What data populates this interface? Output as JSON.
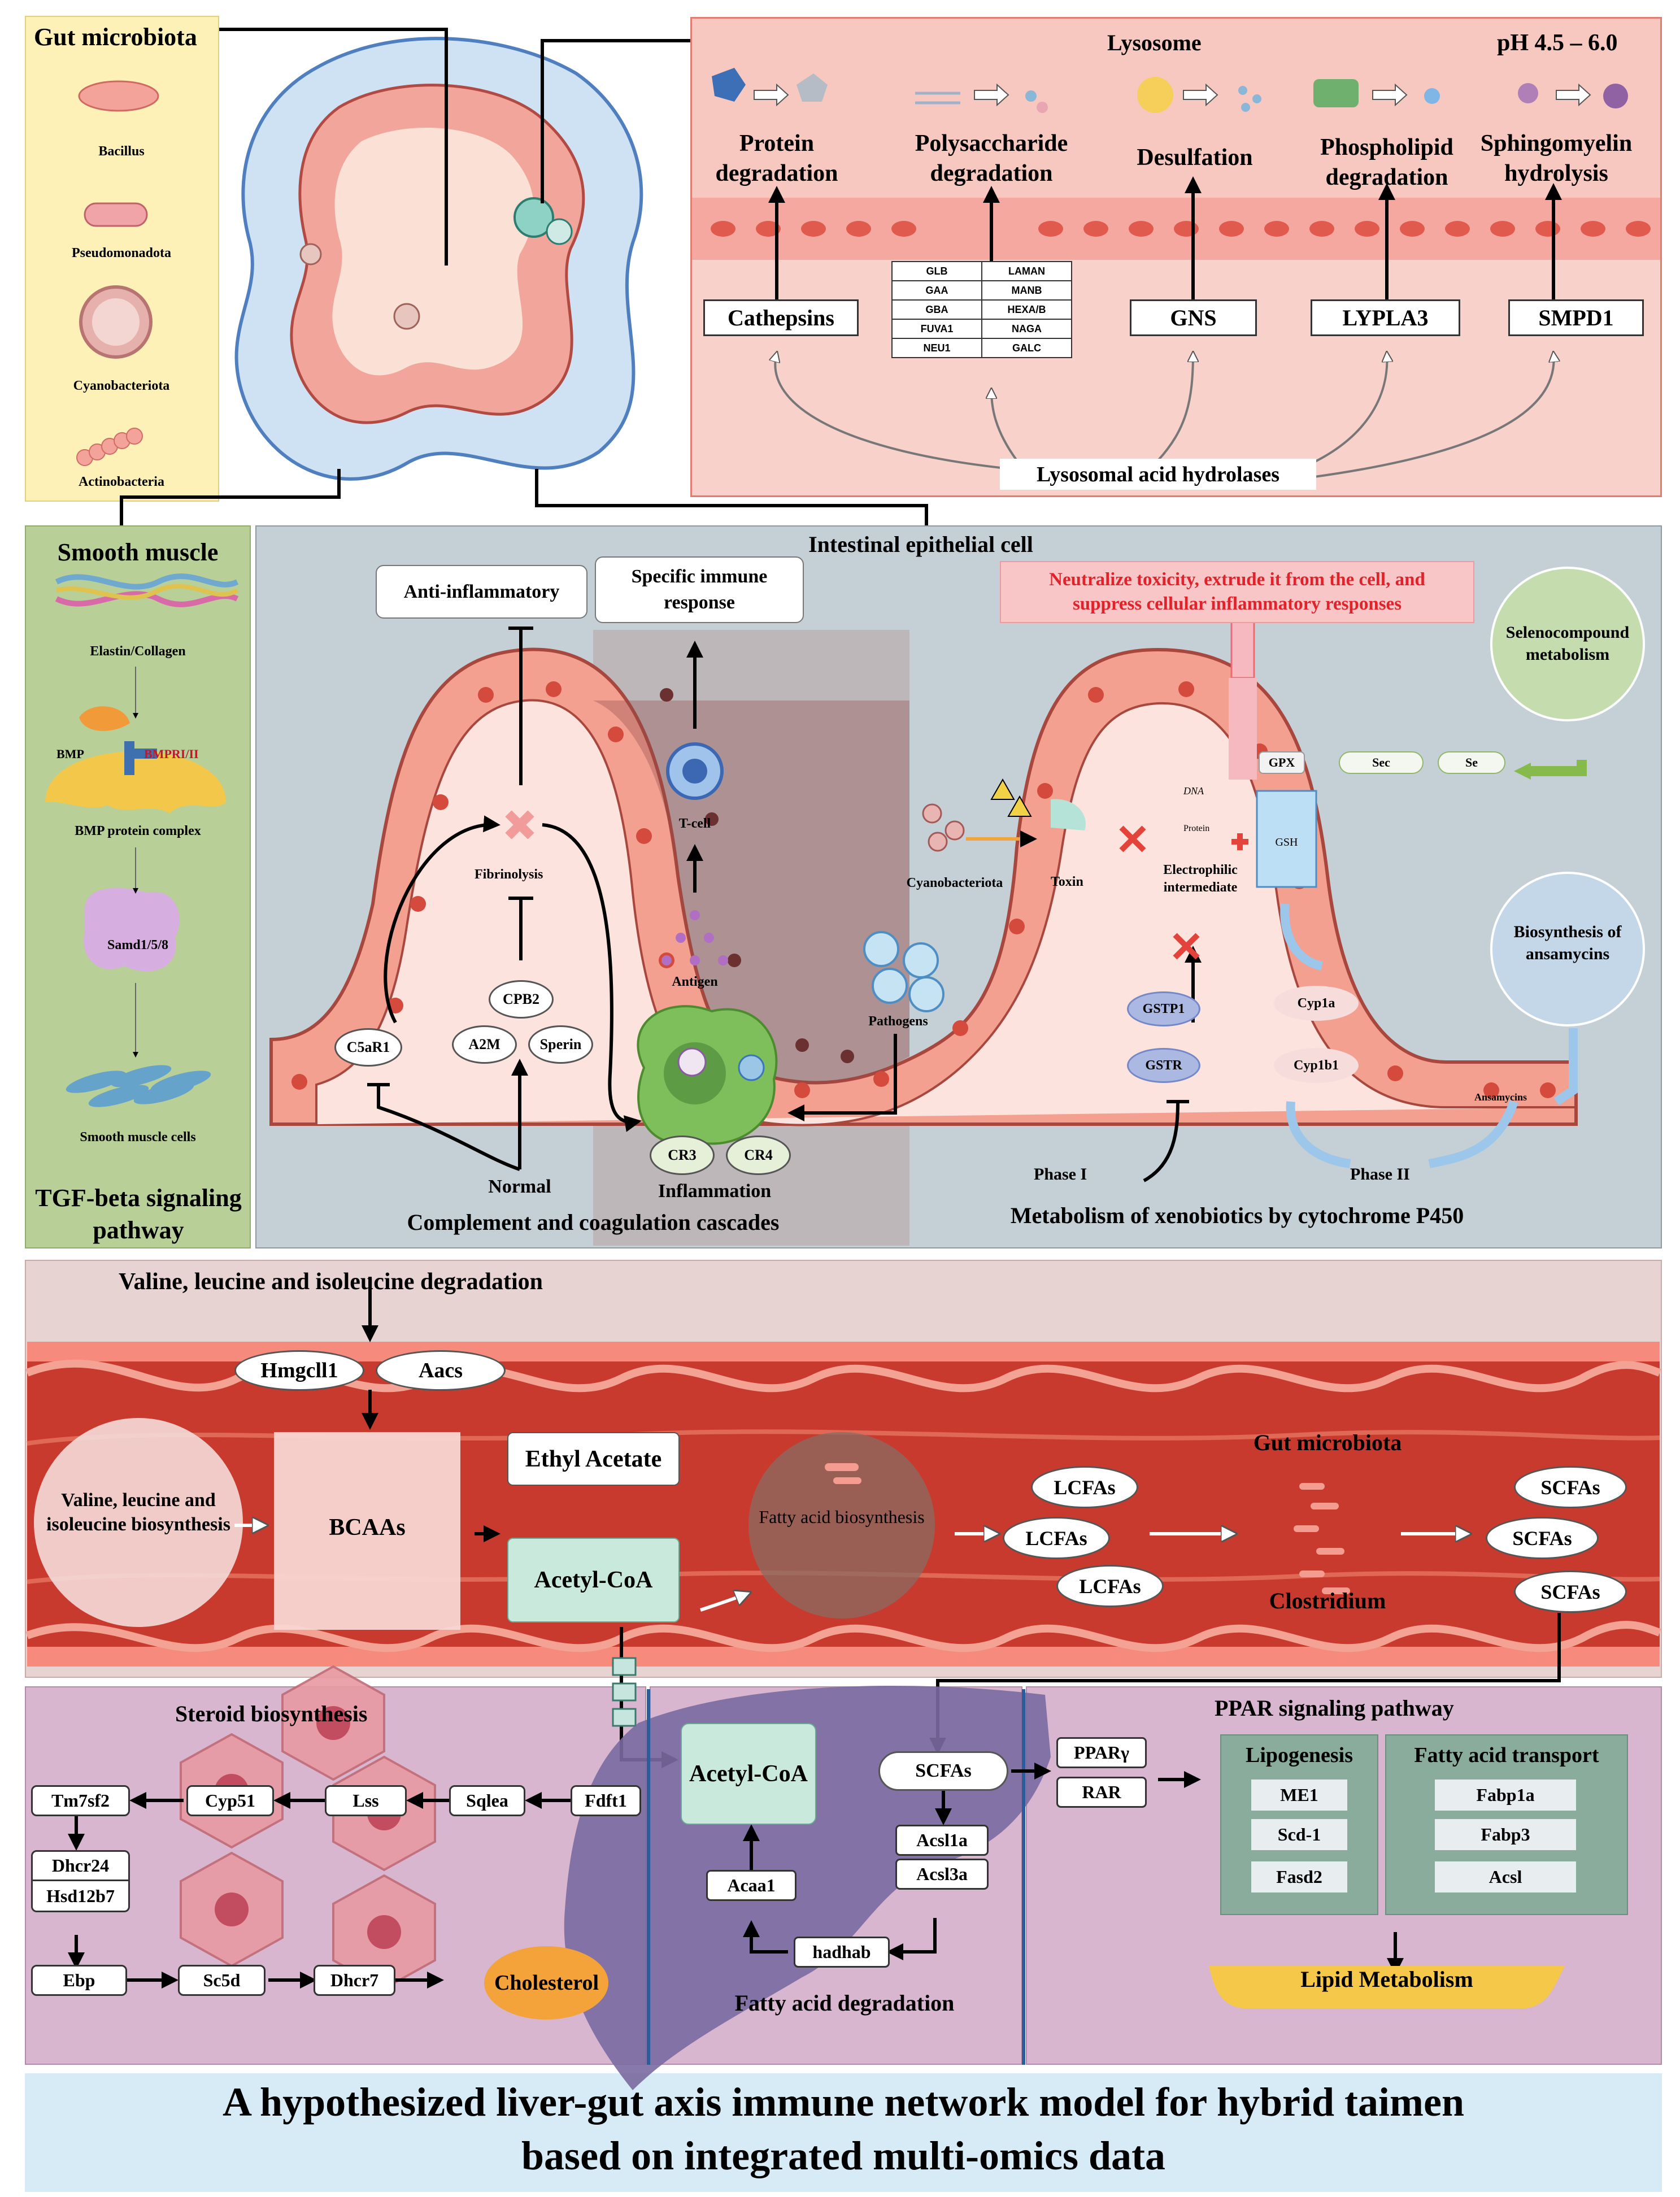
{
  "gut_microbiota": {
    "title": "Gut microbiota",
    "bacteria": [
      "Bacillus",
      "Pseudomonadota",
      "Cyanobacteriota",
      "Actinobacteria"
    ]
  },
  "lysosome": {
    "title": "Lysosome",
    "ph": "pH 4.5 – 6.0",
    "processes": [
      "Protein degradation",
      "Polysaccharide degradation",
      "Desulfation",
      "Phospholipid degradation",
      "Sphingomyelin hydrolysis"
    ],
    "enzymes": {
      "cathepsins": "Cathepsins",
      "gns": "GNS",
      "lypla3": "LYPLA3",
      "smpd1": "SMPD1",
      "table_left": [
        "GLB",
        "GAA",
        "GBA",
        "FUVA1",
        "NEU1"
      ],
      "table_right": [
        "LAMAN",
        "MANB",
        "HEXA/B",
        "NAGA",
        "GALC"
      ]
    },
    "hydrolases": "Lysosomal acid hydrolases"
  },
  "smooth_muscle": {
    "title": "Smooth muscle",
    "items": [
      "Elastin/Collagen",
      "BMP protein complex",
      "Samd1/5/8",
      "Smooth muscle cells"
    ],
    "bmp": "BMP",
    "bmpr": "BMPRI/II",
    "pathway": "TGF-beta signaling pathway"
  },
  "epithelial": {
    "title": "Intestinal epithelial cell",
    "anti_inflammatory": "Anti-inflammatory",
    "specific_immune": "Specific immune response",
    "neutralize": "Neutralize toxicity, extrude it from the cell, and suppress cellular inflammatory responses",
    "fibrinolysis": "Fibrinolysis",
    "tcell": "T-cell",
    "antigen": "Antigen",
    "pathogens": "Pathogens",
    "c5ar1": "C5aR1",
    "cpb2": "CPB2",
    "a2m": "A2M",
    "sperin": "Sperin",
    "cr3": "CR3",
    "cr4": "CR4",
    "normal": "Normal",
    "inflammation": "Inflammation",
    "complement": "Complement and coagulation cascades",
    "cyanobacteriota": "Cyanobacteriota",
    "toxin": "Toxin",
    "dna": "DNA",
    "protein": "Protein",
    "electrophilic": "Electrophilic intermediate",
    "gpx": "GPX",
    "gsh": "GSH",
    "sec": "Sec",
    "se": "Se",
    "selenocompound": "Selenocompound metabolism",
    "ansamycins_bio": "Biosynthesis of ansamycins",
    "ansamycins": "Ansamycins",
    "gstp1": "GSTP1",
    "gstr": "GSTR",
    "cyp1a": "Cyp1a",
    "cyp1b1": "Cyp1b1",
    "phase1": "Phase I",
    "phase2": "Phase II",
    "xenobiotics": "Metabolism of xenobiotics by cytochrome P450"
  },
  "intestine": {
    "title": "Valine, leucine and isoleucine degradation",
    "hmgcll1": "Hmgcll1",
    "aacs": "Aacs",
    "vli_bio": "Valine, leucine and isoleucine biosynthesis",
    "bcaas": "BCAAs",
    "ethyl_acetate": "Ethyl Acetate",
    "acetyl_coa": "Acetyl-CoA",
    "fatty_acid_bio": "Fatty acid biosynthesis",
    "lcfas": [
      "LCFAs",
      "LCFAs",
      "LCFAs"
    ],
    "gut_microbiota": "Gut microbiota",
    "clostridium": "Clostridium",
    "scfas": [
      "SCFAs",
      "SCFAs",
      "SCFAs"
    ]
  },
  "liver": {
    "steroid_title": "Steroid biosynthesis",
    "steroid_row1": [
      "Tm7sf2",
      "Cyp51",
      "Lss",
      "Sqlea",
      "Fdft1"
    ],
    "dhcr24": "Dhcr24",
    "hsd12b7": "Hsd12b7",
    "steroid_row3": [
      "Ebp",
      "Sc5d",
      "Dhcr7"
    ],
    "cholesterol": "Cholesterol",
    "acetyl_coa": "Acetyl-CoA",
    "scfas": "SCFAs",
    "acsl1a": "Acsl1a",
    "acsl3a": "Acsl3a",
    "acaa1": "Acaa1",
    "hadhab": "hadhab",
    "fa_degradation": "Fatty acid degradation",
    "ppar_title": "PPAR signaling pathway",
    "ppar": "PPARγ",
    "rar": "RAR",
    "lipogenesis": "Lipogenesis",
    "lipogenesis_items": [
      "ME1",
      "Scd-1",
      "Fasd2"
    ],
    "transport": "Fatty acid transport",
    "transport_items": [
      "Fabp1a",
      "Fabp3",
      "Acsl"
    ],
    "lipid_metabolism": "Lipid Metabolism"
  },
  "footer": {
    "line1": "A hypothesized liver-gut axis immune network model for hybrid taimen",
    "line2": "based on integrated multi-omics data"
  }
}
